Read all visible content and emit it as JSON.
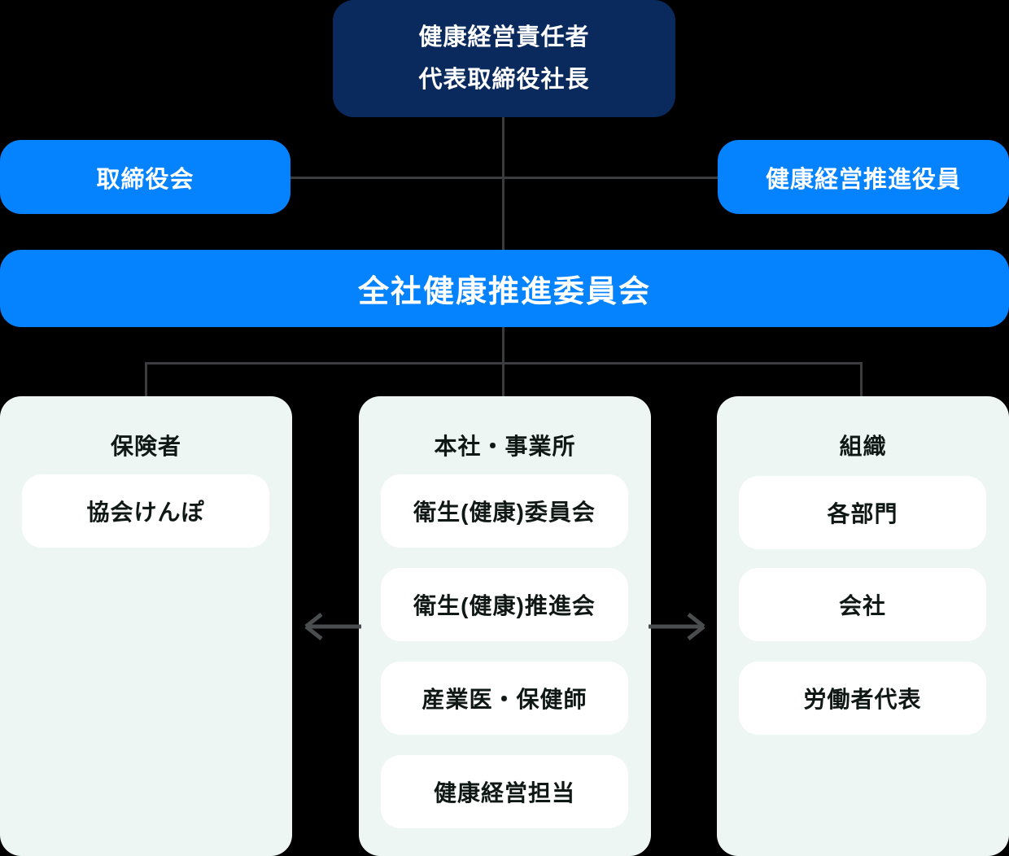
{
  "colors": {
    "background": "#000000",
    "navy": "#0a2a5e",
    "blue": "#0583ff",
    "panel": "#edf6f2",
    "card": "#ffffff",
    "line": "#3a3c3d",
    "arrow": "#4a4d4e",
    "text_light": "#ffffff",
    "text_dark": "#101815"
  },
  "org_chart": {
    "top_box": {
      "lines": [
        "健康経営責任者",
        "代表取締役社長"
      ]
    },
    "board_box": {
      "label": "取締役会"
    },
    "officer_box": {
      "label": "健康経営推進役員"
    },
    "committee_bar": {
      "label": "全社健康推進委員会"
    },
    "panels": [
      {
        "id": "insurer",
        "title": "保険者",
        "items": [
          "協会けんぽ"
        ]
      },
      {
        "id": "headquarters",
        "title": "本社・事業所",
        "items": [
          "衛生(健康)委員会",
          "衛生(健康)推進会",
          "産業医・保健師",
          "健康経営担当"
        ]
      },
      {
        "id": "organization",
        "title": "組織",
        "items": [
          "各部門",
          "会社",
          "労働者代表"
        ]
      }
    ]
  }
}
